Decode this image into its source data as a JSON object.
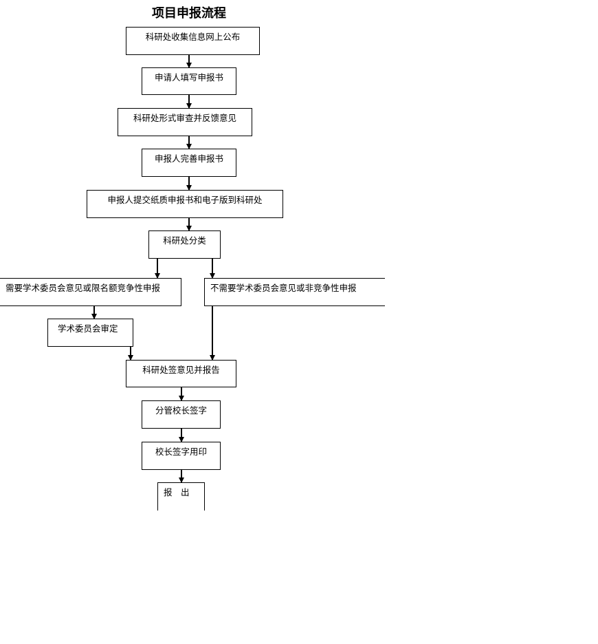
{
  "title": "项目申报流程",
  "steps": {
    "publish": "科研处收集信息网上公布",
    "fill_form": "申请人填写申报书",
    "formal_review": "科研处形式审查并反馈意见",
    "refine_form": "申报人完善申报书",
    "submit": "申报人提交纸质申报书和电子版到科研处",
    "classify": "科研处分类",
    "branch_needs_committee": "需要学术委员会意见或限名额竞争性申报",
    "branch_no_committee": "不需要学术委员会意见或非竞争性申报",
    "committee_review": "学术委员会审定",
    "sign_report": "科研处签意见并报告",
    "vice_president_sign": "分管校长签字",
    "president_seal": "校长签字用印",
    "report_out": "报　出"
  }
}
